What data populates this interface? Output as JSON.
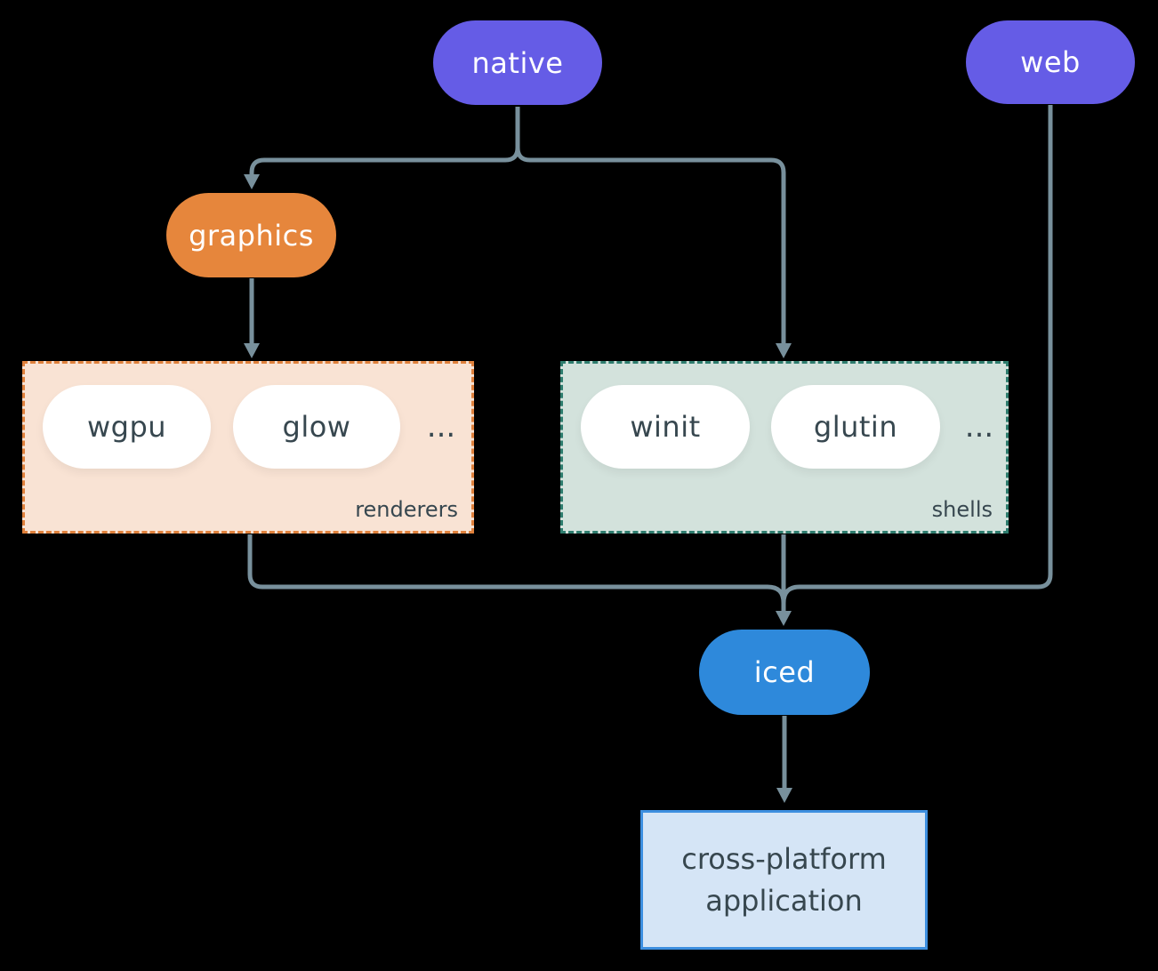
{
  "canvas": {
    "background": "#000000",
    "connector_color": "#78909C"
  },
  "nodes": {
    "native": {
      "label": "native",
      "color": "#655CE6",
      "text_color": "#FFFFFF"
    },
    "web": {
      "label": "web",
      "color": "#655CE6",
      "text_color": "#FFFFFF"
    },
    "graphics": {
      "label": "graphics",
      "color": "#E6863C",
      "text_color": "#FFFFFF"
    },
    "wgpu": {
      "label": "wgpu",
      "color": "#FFFFFF",
      "text_color": "#37474F"
    },
    "glow": {
      "label": "glow",
      "color": "#FFFFFF",
      "text_color": "#37474F"
    },
    "winit": {
      "label": "winit",
      "color": "#FFFFFF",
      "text_color": "#37474F"
    },
    "glutin": {
      "label": "glutin",
      "color": "#FFFFFF",
      "text_color": "#37474F"
    },
    "iced": {
      "label": "iced",
      "color": "#2E89DB",
      "text_color": "#FFFFFF"
    }
  },
  "groups": {
    "renderers": {
      "label": "renderers",
      "ellipsis": "...",
      "fill": "#F9E3D4",
      "border": "#E0813C"
    },
    "shells": {
      "label": "shells",
      "ellipsis": "...",
      "fill": "#D3E2DC",
      "border": "#2E7D6E"
    }
  },
  "app_box": {
    "line1": "cross-platform",
    "line2": "application",
    "fill": "#D5E5F6",
    "border": "#3D8FE0",
    "text_color": "#37474F"
  },
  "edges": [
    {
      "from": "native",
      "to": "graphics"
    },
    {
      "from": "native",
      "to": "shells"
    },
    {
      "from": "graphics",
      "to": "renderers"
    },
    {
      "from": "renderers",
      "to": "iced"
    },
    {
      "from": "shells",
      "to": "iced"
    },
    {
      "from": "web",
      "to": "iced"
    },
    {
      "from": "iced",
      "to": "cross-platform application"
    }
  ]
}
